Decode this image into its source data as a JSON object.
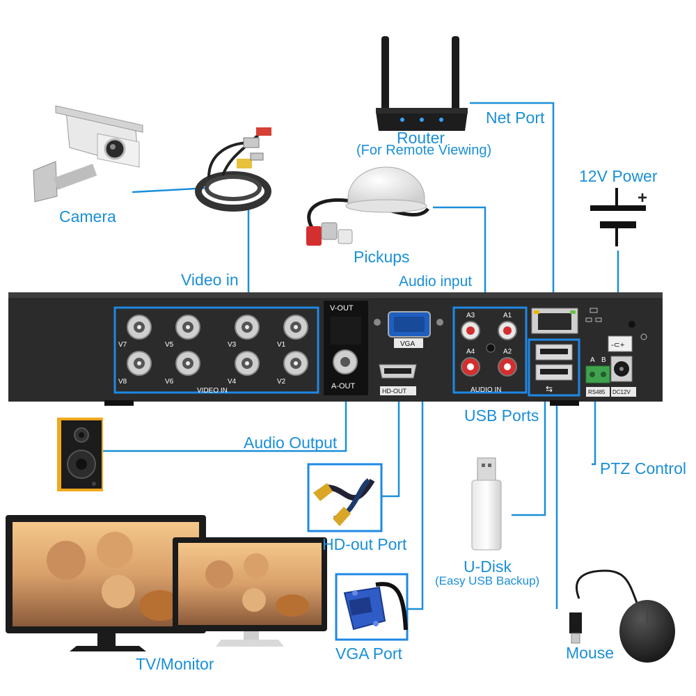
{
  "labels": {
    "camera": "Camera",
    "video_in": "Video in",
    "router": "Router",
    "router_sub": "(For Remote Viewing)",
    "net_port": "Net Port",
    "power": "12V Power",
    "pickups": "Pickups",
    "audio_input": "Audio input",
    "usb_ports": "USB Ports",
    "audio_output": "Audio Output",
    "ptz_control": "PTZ Control",
    "hd_out_port": "HD-out Port",
    "u_disk": "U-Disk",
    "u_disk_sub": "(Easy USB Backup)",
    "vga_port": "VGA Port",
    "mouse": "Mouse",
    "tv_monitor": "TV/Monitor"
  },
  "panel": {
    "video_in_label": "VIDEO IN",
    "video_ports": [
      "V7",
      "V5",
      "V3",
      "V1",
      "V8",
      "V6",
      "V4",
      "V2"
    ],
    "v_out": "V-OUT",
    "a_out": "A-OUT",
    "vga": "VGA",
    "hd_out": "HD-OUT",
    "audio_in_label": "AUDIO IN",
    "audio_ports": [
      "A3",
      "A1",
      "A4",
      "A2"
    ],
    "rs485": "RS485",
    "dc12v": "DC12V",
    "ptz_a": "A",
    "ptz_b": "B"
  },
  "colors": {
    "accent": "#1a8fd8",
    "panel": "#2b2b2b",
    "highlight_box": "#1e88e5"
  }
}
